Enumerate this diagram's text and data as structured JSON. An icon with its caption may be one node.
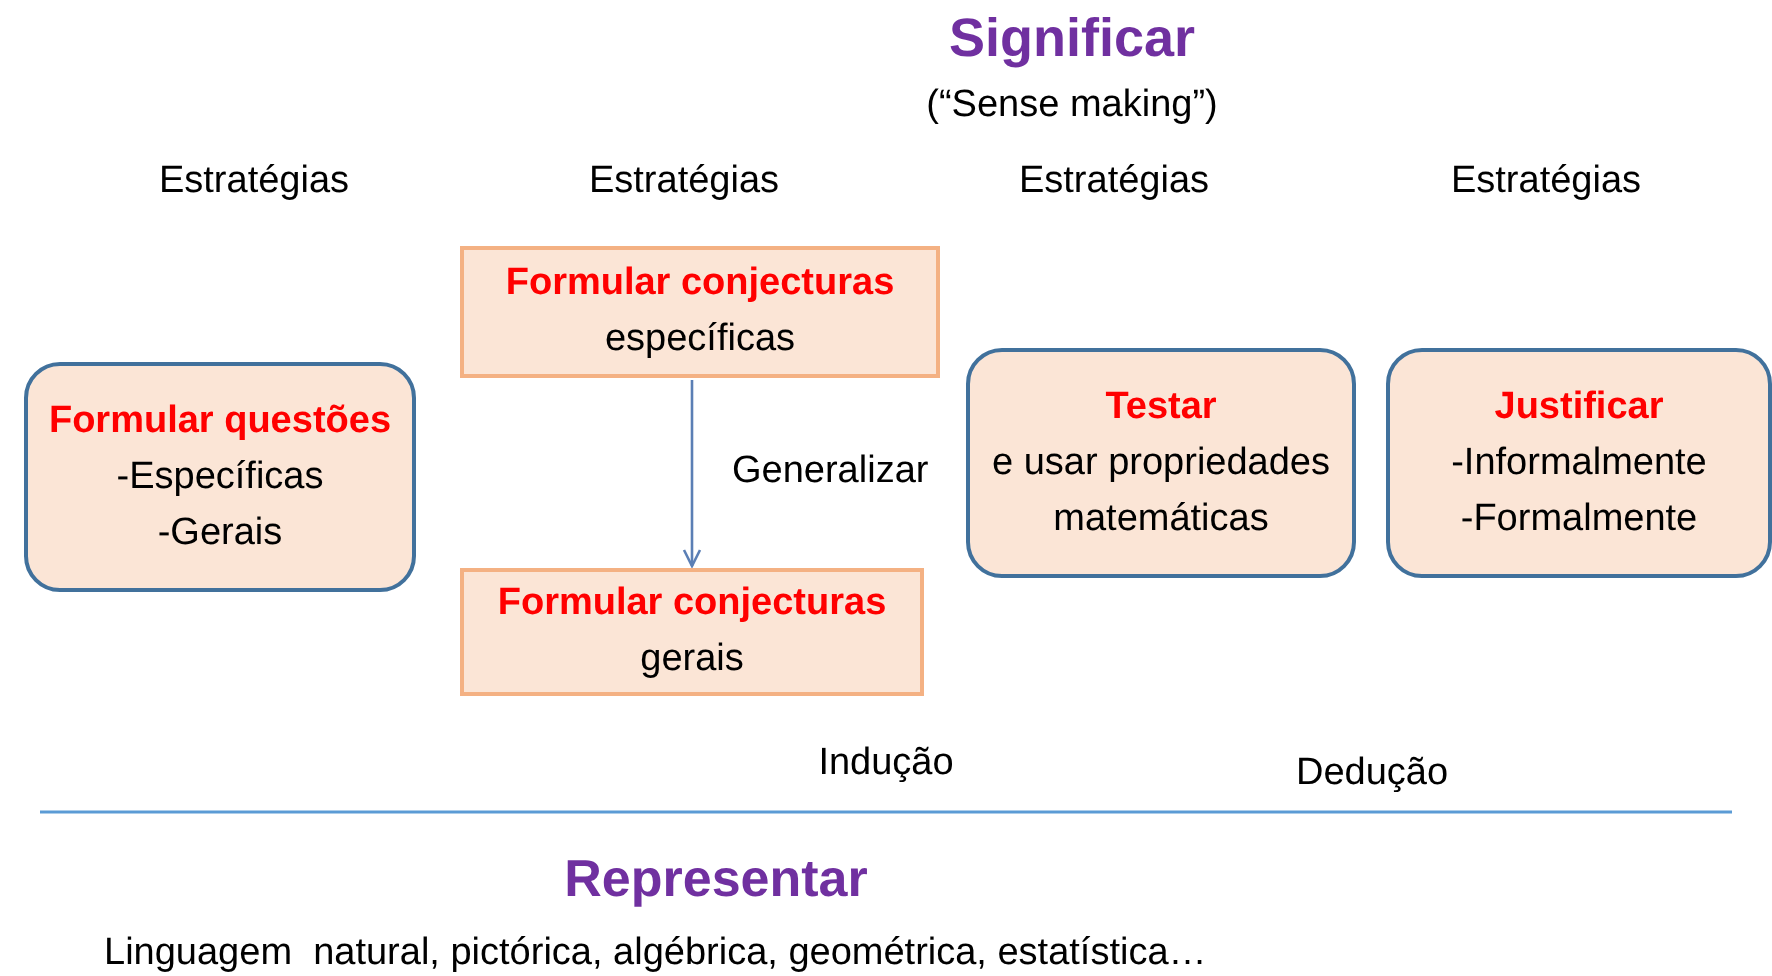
{
  "diagram": {
    "title": "Significar",
    "nodes": [
      {
        "text": [
          "Formular questões",
          "-Específicas",
          "-Gerais"
        ]
      },
      {
        "text": [
          "Formular conjecturas",
          "específicas"
        ]
      },
      {
        "text": [
          "Formular conjecturas",
          "gerais"
        ]
      },
      {
        "text": [
          "Testar",
          "e usar propriedades matemáticas"
        ]
      },
      {
        "text": [
          "Justificar",
          "-Informalmente",
          "-Formalmente"
        ]
      }
    ],
    "edges": [
      {
        "from": 1,
        "to": 2,
        "arrow": "to",
        "label": "Generalizar"
      }
    ],
    "labels": [
      "(“Sense making”)",
      "Estratégias",
      "Estratégias",
      "Estratégias",
      "Estratégias",
      "Indução",
      "Dedução",
      "Representar",
      "Linguagem  natural, pictórica, algébrica, geométrica, estatística…"
    ]
  }
}
